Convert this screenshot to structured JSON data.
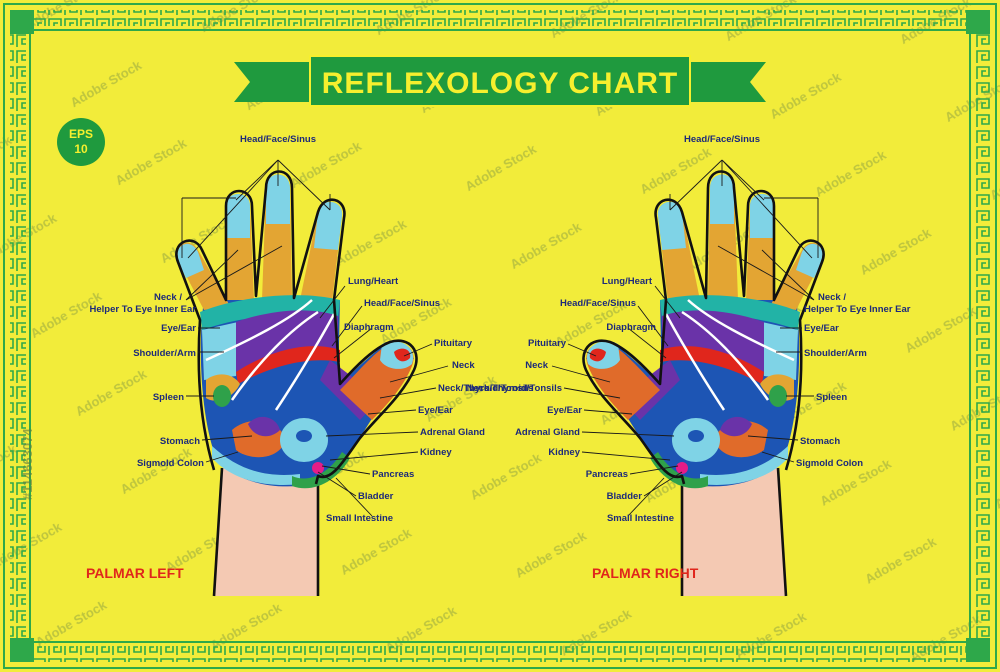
{
  "title": "REFLEXOLOGY CHART",
  "badge": {
    "line1": "EPS",
    "line2": "10"
  },
  "watermark": {
    "text": "#114663074"
  },
  "captions": {
    "left": "PALMAR LEFT",
    "right": "PALMAR RIGHT"
  },
  "labels": {
    "left": {
      "head_face_sinus_top": "Head/Face/Sinus",
      "neck_helper_1": "Neck /",
      "neck_helper_2": "Helper To Eye  Inner Ear",
      "eye_ear": "Eye/Ear",
      "shoulder_arm": "Shoulder/Arm",
      "spleen": "Spleen",
      "stomach": "Stomach",
      "sigmoid_colon": "Sigmold Colon",
      "lung_heart": "Lung/Heart",
      "head_face_sinus": "Head/Face/Sinus",
      "diaphragm": "Diaphragm",
      "pituitary": "Pituitary",
      "neck": "Neck",
      "neck_thyroid_tonsils": "Neck/Thyroid/Tonsils",
      "eye_ear_thumb": "Eye/Ear",
      "adrenal_gland": "Adrenal Gland",
      "kidney": "Kidney",
      "pancreas": "Pancreas",
      "bladder": "Bladder",
      "small_intestine": "Small Intestine"
    },
    "right": {
      "head_face_sinus_top": "Head/Face/Sinus",
      "neck_helper_1": "Neck /",
      "neck_helper_2": "Helper To Eye  Inner Ear",
      "eye_ear": "Eye/Ear",
      "shoulder_arm": "Shoulder/Arm",
      "spleen": "Spleen",
      "stomach": "Stomach",
      "sigmoid_colon": "Sigmold Colon",
      "lung_heart": "Lung/Heart",
      "head_face_sinus": "Head/Face/Sinus",
      "diaphragm": "Diaphragm",
      "pituitary": "Pituitary",
      "neck": "Neck",
      "neck_thyroid_tonsils": "Neck/Thyroid/Tonsils",
      "eye_ear_thumb": "Eye/Ear",
      "adrenal_gland": "Adrenal Gland",
      "kidney": "Kidney",
      "pancreas": "Pancreas",
      "bladder": "Bladder",
      "small_intestine": "Small Intestine"
    }
  },
  "colors": {
    "background": "#f2ec3a",
    "border_green": "#2ea84a",
    "title_green": "#1f9a3e",
    "title_text": "#f6ef2e",
    "caption_red": "#e0261c",
    "label_blue": "#1d2a7a",
    "skin": "#f4c9b3",
    "light_blue": "#7fd3e6",
    "orange": "#e3a533",
    "teal": "#22b3a6",
    "purple": "#6a33a8",
    "navy": "#1d55b4",
    "red": "#e0261c",
    "green": "#2fa14a",
    "pink": "#e61c87",
    "dark_orange": "#e06b2a"
  }
}
